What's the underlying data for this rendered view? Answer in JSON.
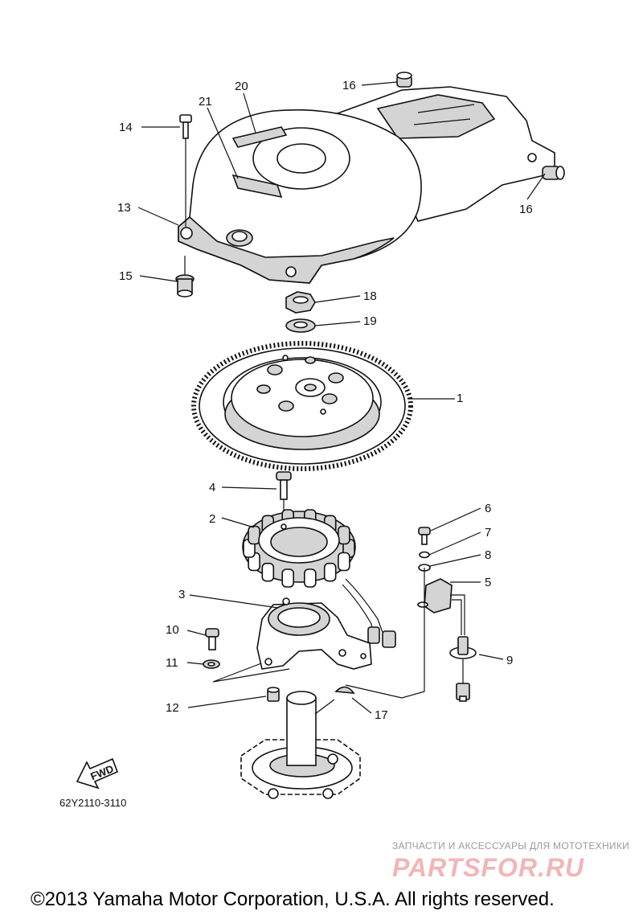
{
  "callouts": {
    "c1": "1",
    "c2": "2",
    "c3": "3",
    "c4": "4",
    "c5": "5",
    "c6": "6",
    "c7": "7",
    "c8": "8",
    "c9": "9",
    "c10": "10",
    "c11": "11",
    "c12": "12",
    "c13": "13",
    "c14": "14",
    "c15": "15",
    "c16a": "16",
    "c16b": "16",
    "c17": "17",
    "c18": "18",
    "c19": "19",
    "c20": "20",
    "c21": "21"
  },
  "fwd_label": "FWD",
  "reference_code": "62Y2110-3110",
  "watermark": {
    "tagline": "ЗАПЧАСТИ И АКСЕССУАРЫ ДЛЯ МОТОТЕХНИКИ",
    "logo": "PARTSFOR.RU"
  },
  "copyright": "©2013 Yamaha Motor Corporation, U.S.A. All rights reserved.",
  "colors": {
    "line": "#111111",
    "shade": "#d4d4d4",
    "watermark_logo": "#f2b5b5"
  }
}
